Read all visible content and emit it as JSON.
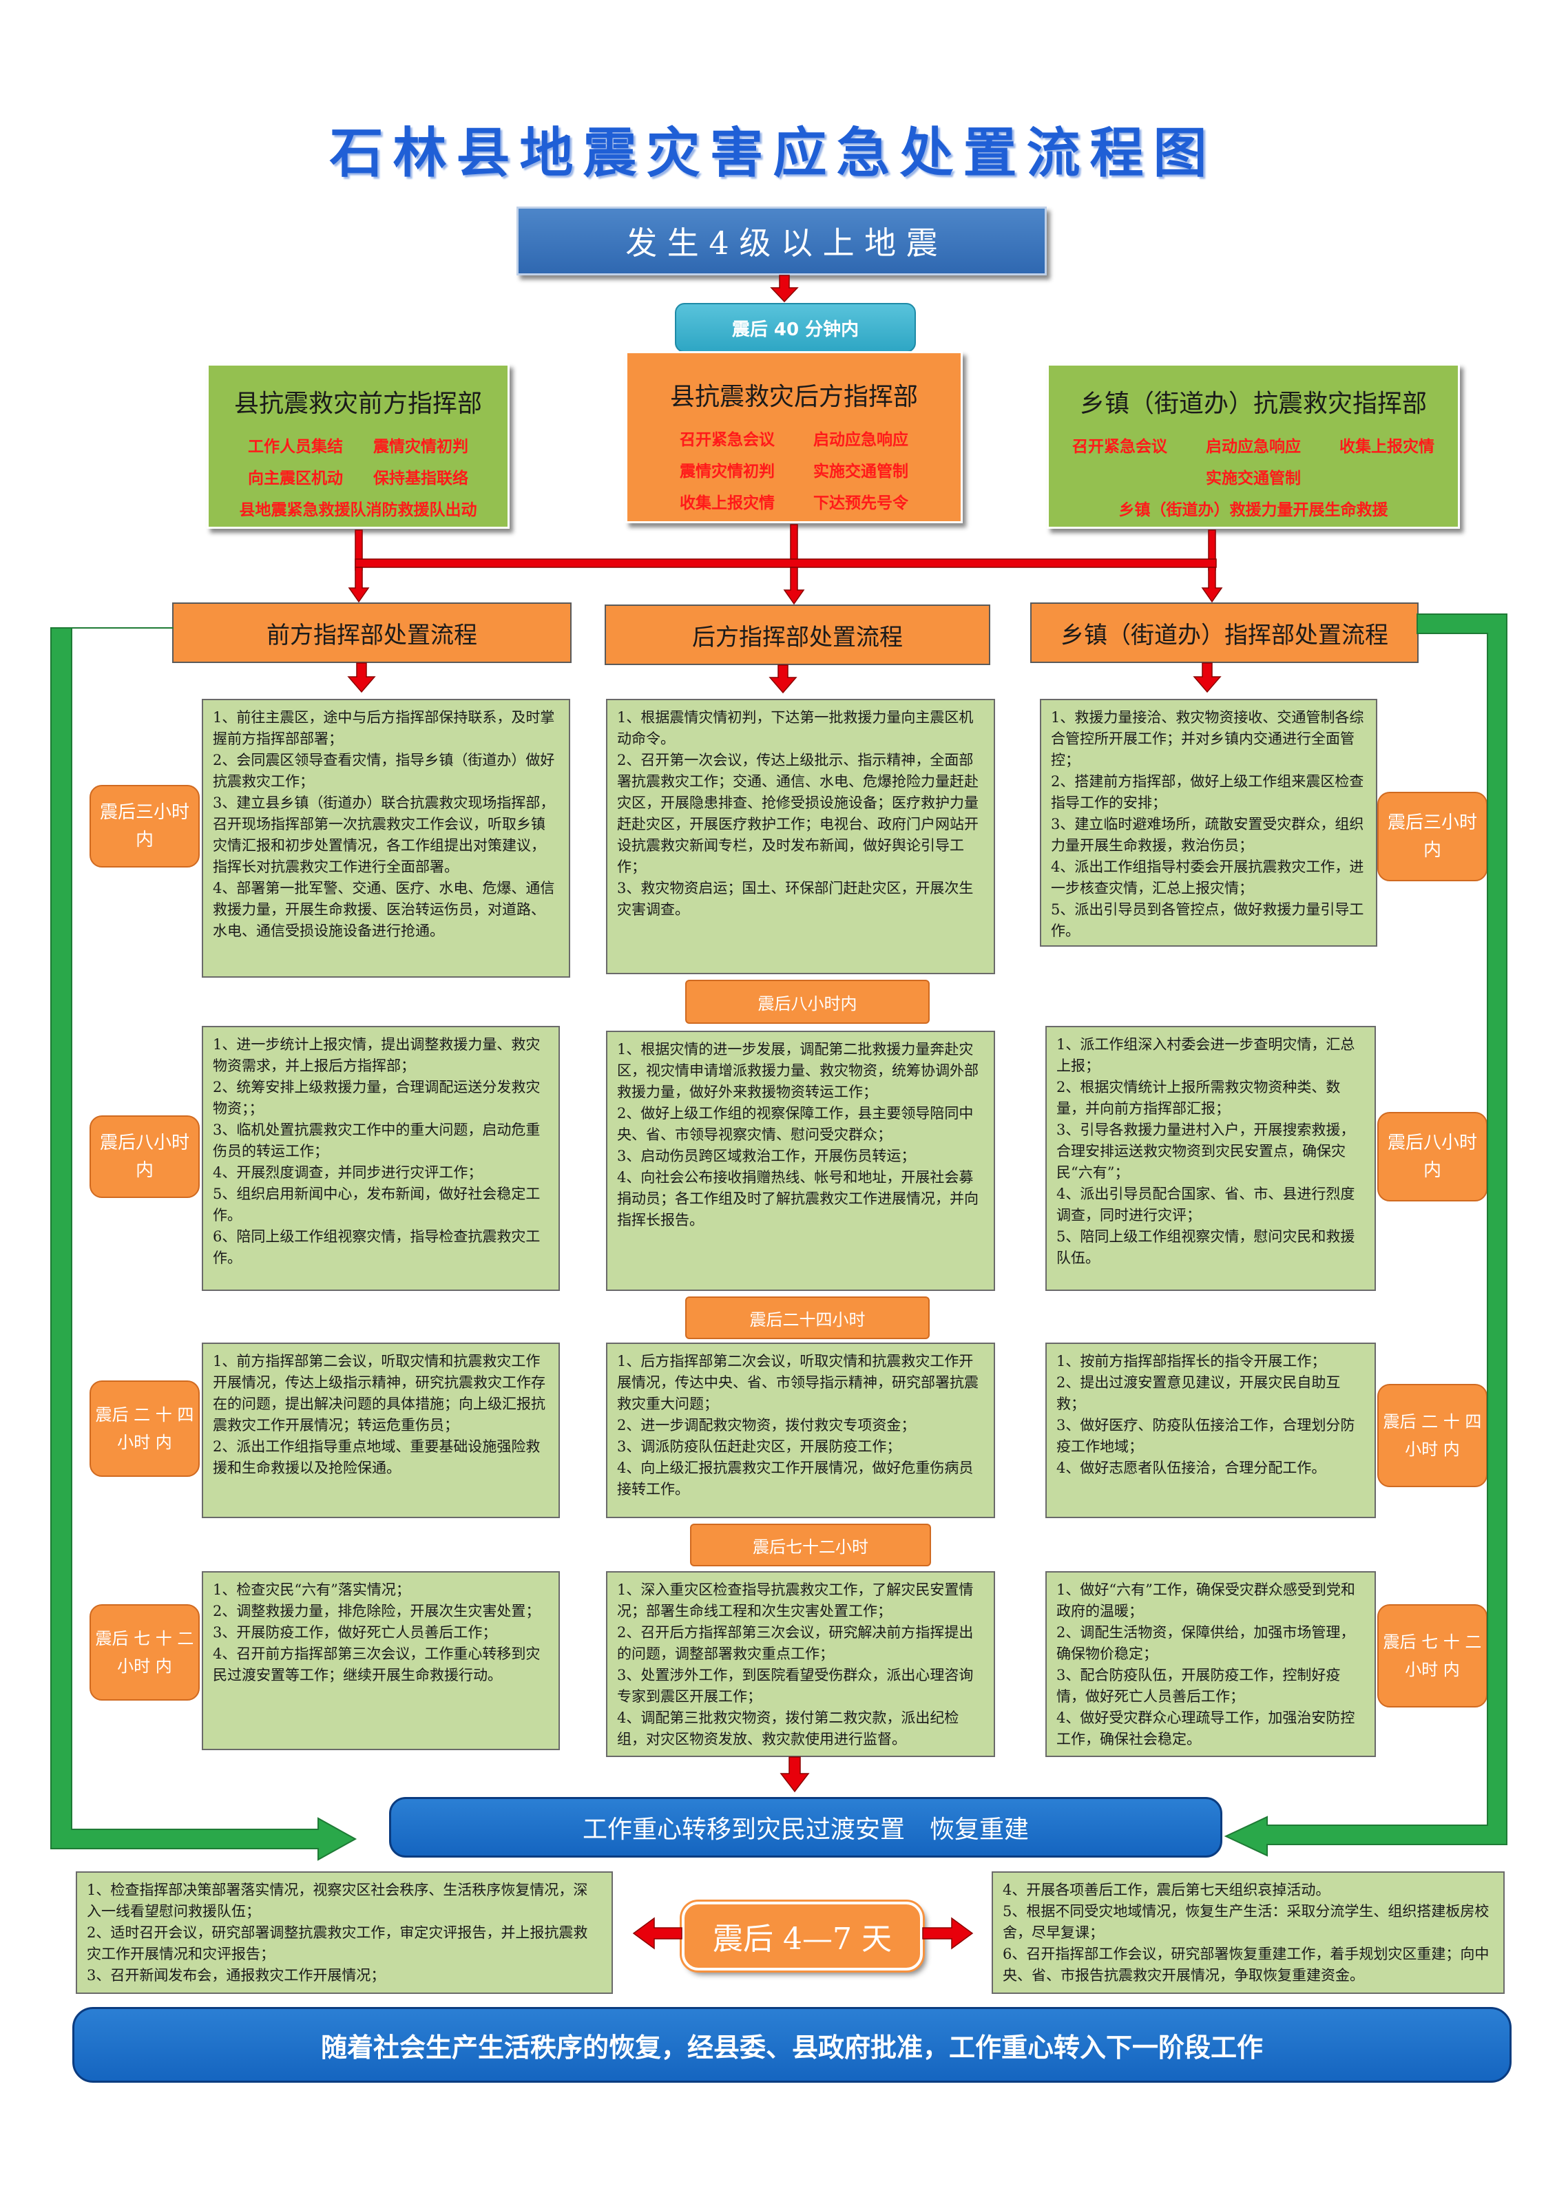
{
  "title": "石林县地震灾害应急处置流程图",
  "trigger": "发 生 4 级 以 上 地 震",
  "t40": "震后 40 分钟内",
  "hq": [
    {
      "title": "县抗震救灾前方指挥部",
      "items": [
        "工作人员集结",
        "震情灾情初判",
        "向主震区机动",
        "保持基指联络",
        "县地震紧急救援队消防救援队出动"
      ]
    },
    {
      "title": "县抗震救灾后方指挥部",
      "items": [
        "召开紧急会议",
        "启动应急响应",
        "震情灾情初判",
        "实施交通管制",
        "收集上报灾情",
        "下达预先号令"
      ]
    },
    {
      "title": "乡镇（街道办）抗震救灾指挥部",
      "items": [
        "召开紧急会议",
        "启动应急响应",
        "收集上报灾情",
        "实施交通管制",
        "乡镇（街道办）救援力量开展生命救援"
      ]
    }
  ],
  "procs": [
    "前方指挥部处置流程",
    "后方指挥部处置流程",
    "乡镇（街道办）指挥部处置流程"
  ],
  "phase_tabs": [
    "震后八小时内",
    "震后二十四小时",
    "震后七十二小时"
  ],
  "side_badges": [
    "震后三小时内",
    "震后八小时内",
    "震后 二 十 四小时 内",
    "震后 七 十 二小时 内"
  ],
  "boxes": {
    "left": [
      [
        "1、前往主震区，途中与后方指挥部保持联系，及时掌握前方指挥部部署；",
        "2、会同震区领导查看灾情，指导乡镇（街道办）做好抗震救灾工作；",
        "3、建立县乡镇（街道办）联合抗震救灾现场指挥部，召开现场指挥部第一次抗震救灾工作会议，听取乡镇灾情汇报和初步处置情况，各工作组提出对策建议，指挥长对抗震救灾工作进行全面部署。",
        "4、部署第一批军警、交通、医疗、水电、危爆、通信救援力量，开展生命救援、医治转运伤员，对道路、水电、通信受损设施设备进行抢通。"
      ],
      [
        "1、进一步统计上报灾情，提出调整救援力量、救灾物资需求，并上报后方指挥部；",
        "2、统筹安排上级救援力量，合理调配运送分发救灾物资；；",
        "3、临机处置抗震救灾工作中的重大问题，启动危重伤员的转运工作；",
        "4、开展烈度调查，并同步进行灾评工作；",
        "5、组织启用新闻中心，发布新闻，做好社会稳定工作。",
        "6、陪同上级工作组视察灾情，指导检查抗震救灾工作。"
      ],
      [
        "1、前方指挥部第二会议，听取灾情和抗震救灾工作开展情况，传达上级指示精神，研究抗震救灾工作存在的问题，提出解决问题的具体措施；向上级汇报抗震救灾工作开展情况；转运危重伤员；",
        "2、派出工作组指导重点地域、重要基础设施强险救援和生命救援以及抢险保通。"
      ],
      [
        "1、检查灾民“六有”落实情况；",
        "2、调整救援力量，排危除险，开展次生灾害处置；",
        "3、开展防疫工作，做好死亡人员善后工作；",
        "4、召开前方指挥部第三次会议，工作重心转移到灾民过渡安置等工作；继续开展生命救援行动。"
      ]
    ],
    "mid": [
      [
        "1、根据震情灾情初判，下达第一批救援力量向主震区机动命令。",
        "2、召开第一次会议，传达上级批示、指示精神，全面部署抗震救灾工作；交通、通信、水电、危爆抢险力量赶赴灾区，开展隐患排查、抢修受损设施设备；医疗救护力量赶赴灾区，开展医疗救护工作；电视台、政府门户网站开设抗震救灾新闻专栏，及时发布新闻，做好舆论引导工作；",
        "3、救灾物资启运；国土、环保部门赶赴灾区，开展次生灾害调查。"
      ],
      [
        "1、根据灾情的进一步发展，调配第二批救援力量奔赴灾区，视灾情申请增派救援力量、救灾物资，统筹协调外部救援力量，做好外来救援物资转运工作；",
        "2、做好上级工作组的视察保障工作，县主要领导陪同中央、省、市领导视察灾情、慰问受灾群众；",
        "3、启动伤员跨区域救治工作，开展伤员转运；",
        "4、向社会公布接收捐赠热线、帐号和地址，开展社会募捐动员；各工作组及时了解抗震救灾工作进展情况，并向指挥长报告。"
      ],
      [
        "1、后方指挥部第二次会议，听取灾情和抗震救灾工作开展情况，传达中央、省、市领导指示精神，研究部署抗震救灾重大问题；",
        "2、进一步调配救灾物资，拨付救灾专项资金；",
        "3、调派防疫队伍赶赴灾区，开展防疫工作；",
        "4、向上级汇报抗震救灾工作开展情况，做好危重伤病员接转工作。"
      ],
      [
        "1、深入重灾区检查指导抗震救灾工作，了解灾民安置情况；部署生命线工程和次生灾害处置工作；",
        "2、召开后方指挥部第三次会议，研究解决前方指挥提出的问题，调整部署救灾重点工作；",
        "3、处置涉外工作，到医院看望受伤群众，派出心理咨询专家到震区开展工作；",
        "4、调配第三批救灾物资，拨付第二救灾款，派出纪检组，对灾区物资发放、救灾款使用进行监督。"
      ]
    ],
    "right": [
      [
        "1、救援力量接洽、救灾物资接收、交通管制各综合管控所开展工作；并对乡镇内交通进行全面管控；",
        "2、搭建前方指挥部，做好上级工作组来震区检查指导工作的安排；",
        "3、建立临时避难场所，疏散安置受灾群众，组织力量开展生命救援，救治伤员；",
        "4、派出工作组指导村委会开展抗震救灾工作，进一步核查灾情，汇总上报灾情；",
        "5、派出引导员到各管控点，做好救援力量引导工作。"
      ],
      [
        "1、派工作组深入村委会进一步查明灾情，汇总上报；",
        "2、根据灾情统计上报所需救灾物资种类、数量，并向前方指挥部汇报；",
        "3、引导各救援力量进村入户，开展搜索救援，合理安排运送救灾物资到灾民安置点，确保灾民“六有”；",
        "4、派出引导员配合国家、省、市、县进行烈度调查，同时进行灾评；",
        "5、陪同上级工作组视察灾情，慰问灾民和救援队伍。"
      ],
      [
        "1、按前方指挥部指挥长的指令开展工作；",
        "2、提出过渡安置意见建议，开展灾民自助互救；",
        "3、做好医疗、防疫队伍接洽工作，合理划分防疫工作地域；",
        "4、做好志愿者队伍接洽，合理分配工作。"
      ],
      [
        "1、做好“六有”工作，确保受灾群众感受到党和政府的温暖；",
        "2、调配生活物资，保障供给，加强市场管理，确保物价稳定；",
        "3、配合防疫队伍，开展防疫工作，控制好疫情，做好死亡人员善后工作；",
        "4、做好受灾群众心理疏导工作，加强治安防控工作，确保社会稳定。"
      ]
    ]
  },
  "shift": "工作重心转移到灾民过渡安置　恢复重建",
  "days": "震后 4—7 天",
  "bottom_left": [
    "1、检查指挥部决策部署落实情况，视察灾区社会秩序、生活秩序恢复情况，深入一线看望慰问救援队伍；",
    "2、适时召开会议，研究部署调整抗震救灾工作，审定灾评报告，并上报抗震救灾工作开展情况和灾评报告；",
    "3、召开新闻发布会，通报救灾工作开展情况；"
  ],
  "bottom_right": [
    "4、开展各项善后工作，震后第七天组织哀掉活动。",
    "5、根据不同受灾地域情况，恢复生产生活：采取分流学生、组织搭建板房校舍，尽早复课；",
    "6、召开指挥部工作会议，研究部署恢复重建工作，着手规划灾区重建；向中央、省、市报告抗震救灾开展情况，争取恢复重建资金。"
  ],
  "final": "随着社会生产生活秩序的恢复，经县委、县政府批准，工作重心转入下一阶段工作",
  "colors": {
    "title": "#1f5fd6",
    "green": "#94c050",
    "orange": "#f7923f",
    "blue": "#2f68b1",
    "arrow_red": "#e8000b",
    "arrow_green": "#2aa84a"
  }
}
